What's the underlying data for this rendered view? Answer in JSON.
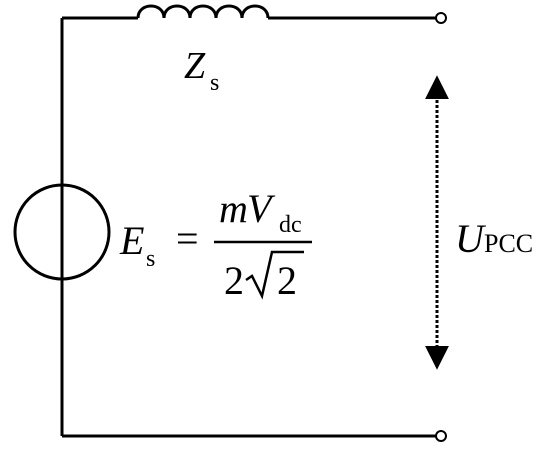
{
  "impedance": {
    "symbol": "Z",
    "subscript": "s"
  },
  "source": {
    "symbol": "E",
    "subscript": "s",
    "equals": "=",
    "numerator": {
      "var1": "m",
      "var2": "V",
      "subscript": "dc"
    },
    "denominator": {
      "coefficient": "2",
      "radicand": "2"
    }
  },
  "voltage": {
    "symbol": "U",
    "subscript": "PCC"
  },
  "colors": {
    "stroke": "#000000",
    "background": "#ffffff"
  }
}
